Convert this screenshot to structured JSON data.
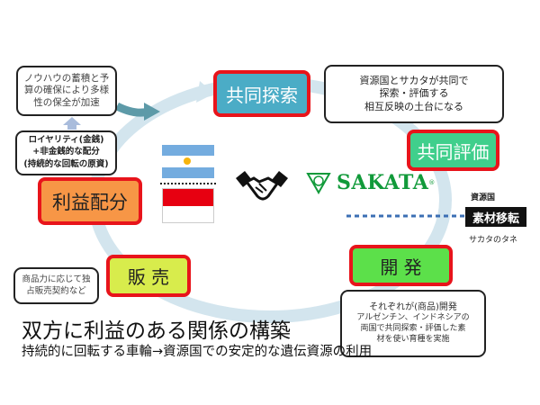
{
  "notes": {
    "knowhow": "ノウハウの蓄積と予\n算の確保により多様\n性の保全が加速",
    "royalty_line1": "ロイヤリティ(金銭)",
    "royalty_line2": "+非金銭的な配分",
    "royalty_line3": "(持続的な回転の原資)",
    "joint_search": "資源国とサカタが共同で\n探索・評価する\n相互反映の土台になる",
    "sales": "商品力に応じて独\n占販売契約など",
    "dev_line1": "それぞれが(商品)開発",
    "dev_line2": "アルゼンチン、インドネシアの\n両国で共同探索・評価した素\n材を使い育種を実施"
  },
  "stages": {
    "search": "共同探索",
    "evaluate": "共同評価",
    "develop": "開 発",
    "sell": "販 売",
    "profit": "利益配分"
  },
  "transfer": {
    "from": "資源国",
    "label": "素材移転",
    "to": "サカタのタネ"
  },
  "logo": {
    "text": "SAKATA",
    "mark": "®"
  },
  "title": "双方に利益のある関係の構築",
  "subtitle": "持続的に回転する車輪→資源国での安定的な遺伝資源の利用",
  "colors": {
    "search": "#4bacc6",
    "evaluate": "#40cf8c",
    "develop": "#5ce04a",
    "sell": "#d8ec4c",
    "profit": "#f79646",
    "border": "#e8141b",
    "ring": "#d3e5ee",
    "sakata": "#119a3a"
  }
}
